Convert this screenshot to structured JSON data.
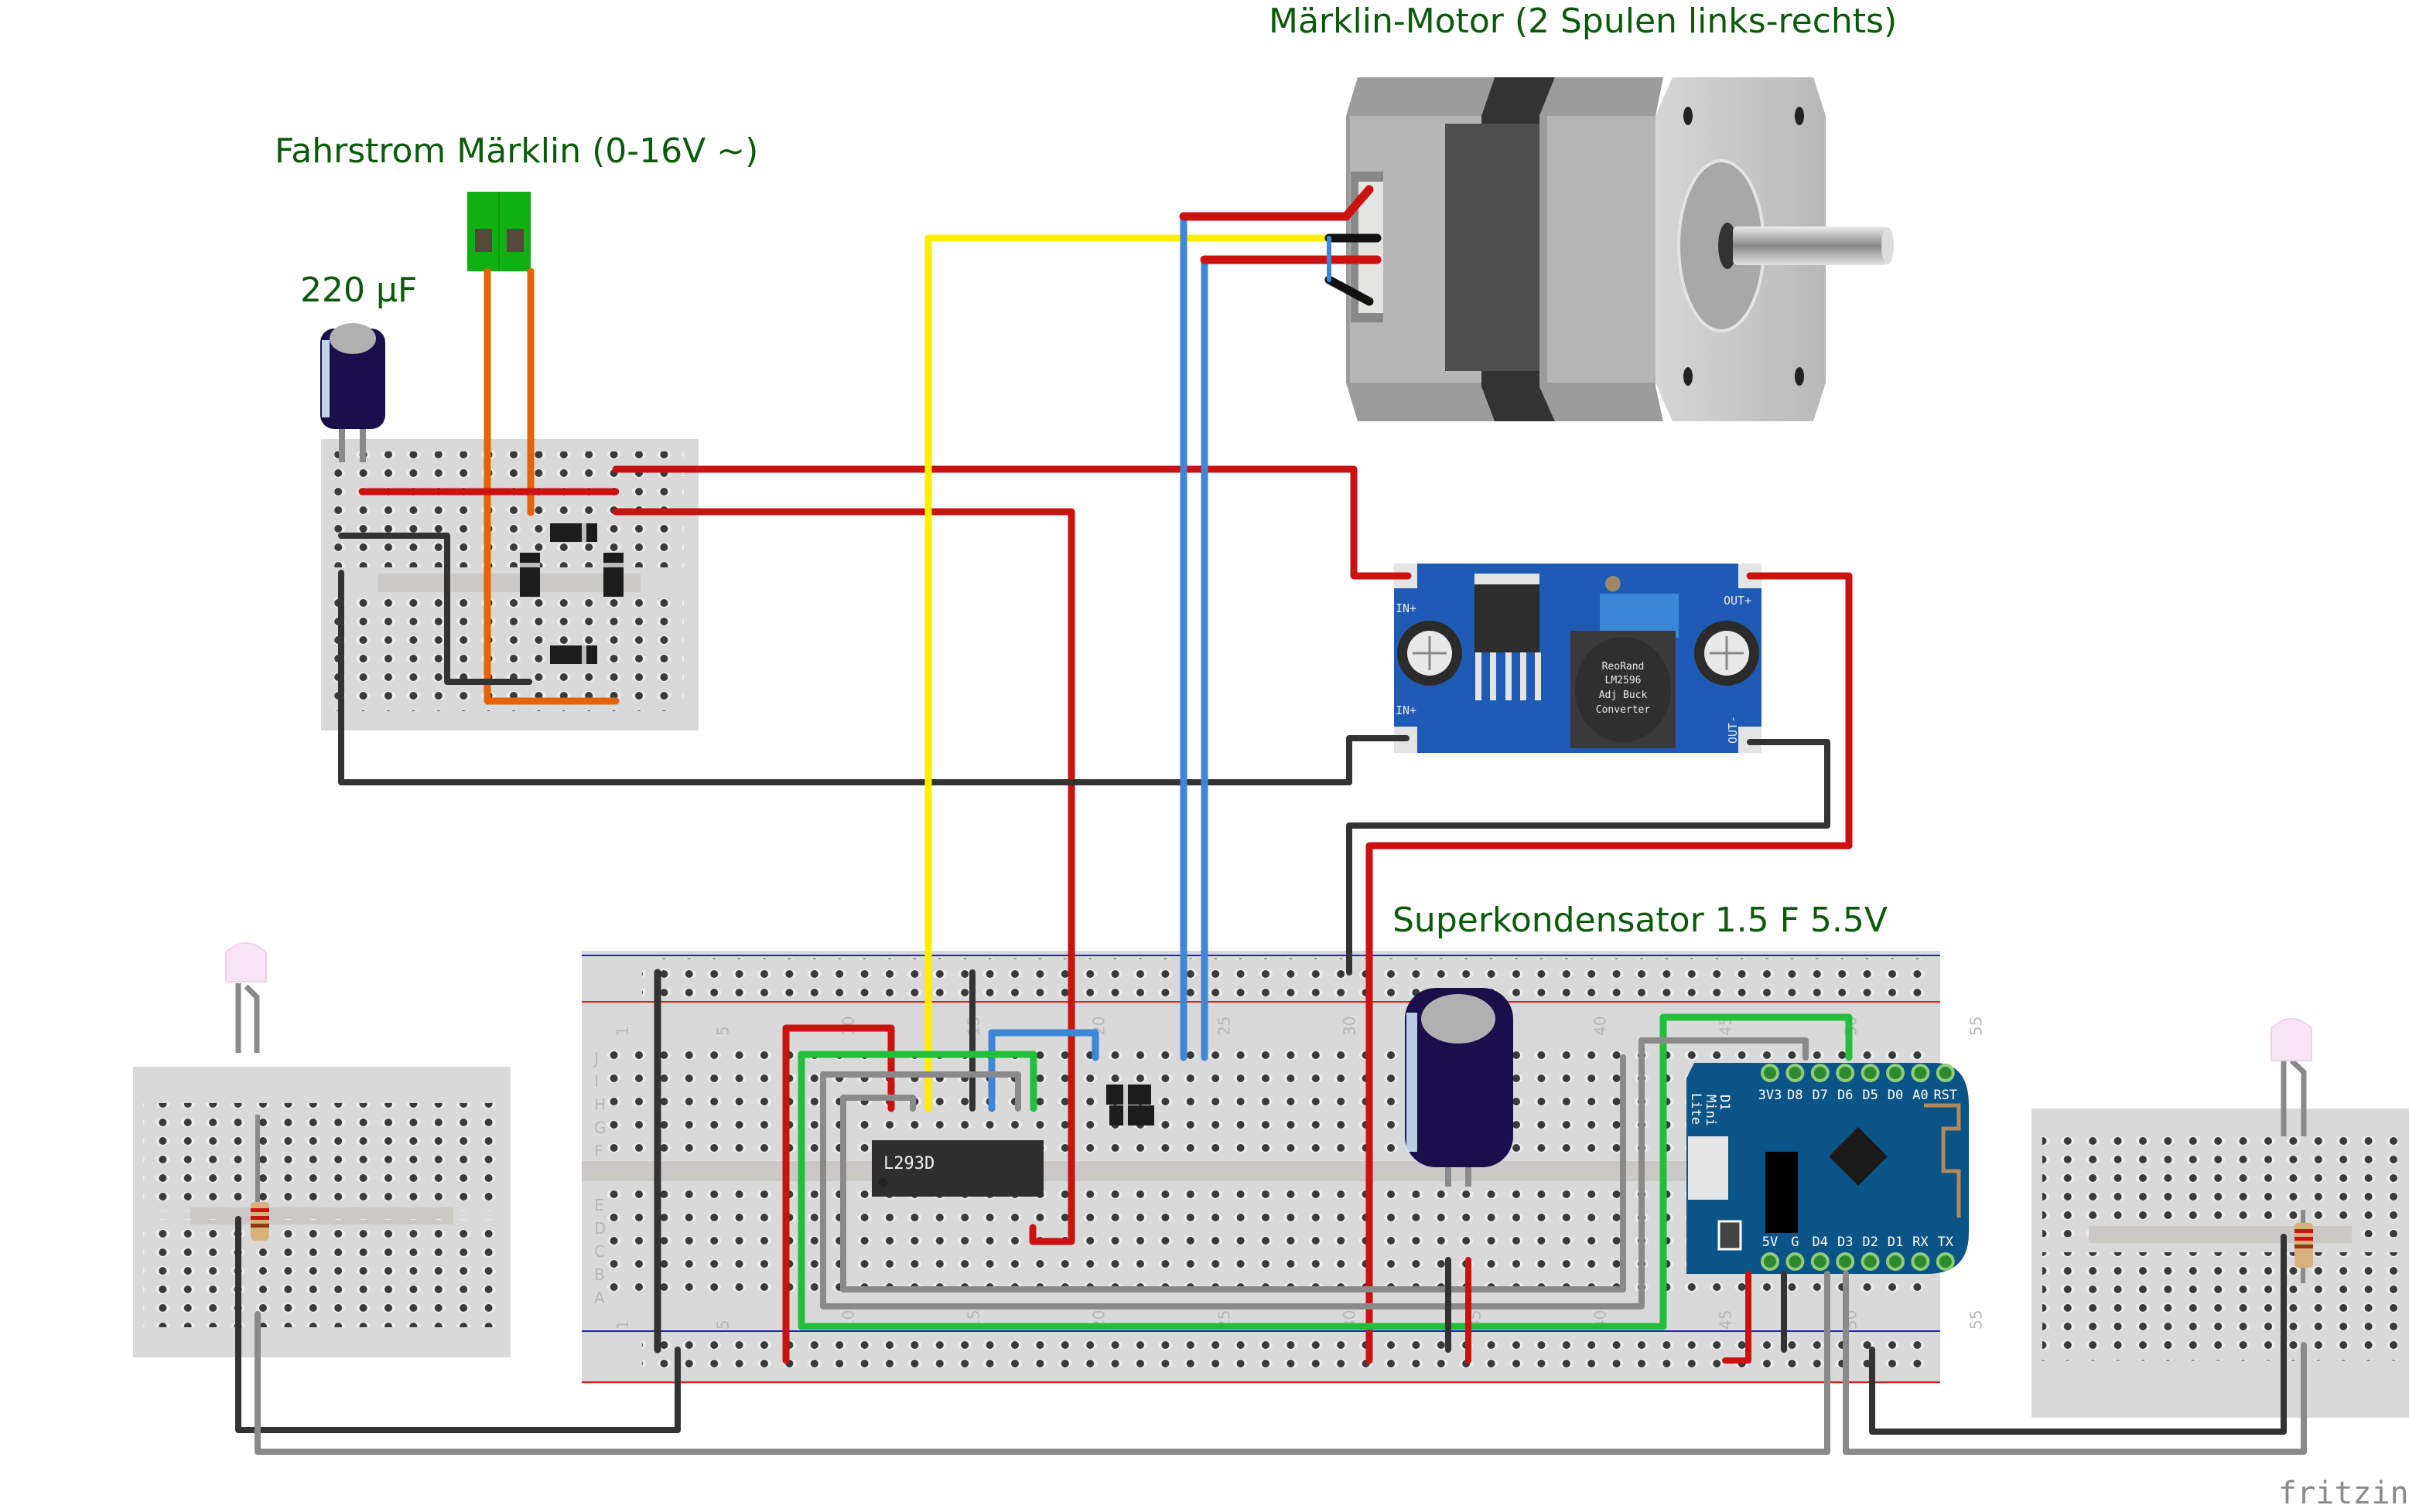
{
  "labels": {
    "motor": "Märklin-Motor (2 Spulen links-rechts)",
    "track_power": "Fahrstrom Märklin (0-16V ~)",
    "small_cap": "220 µF",
    "supercap": "Superkondensator 1.5 F 5.5V"
  },
  "buck_converter": {
    "in_plus_top": "IN+",
    "in_plus_bottom": "IN+",
    "out_plus": "OUT+",
    "out_minus": "OUT-",
    "inductor_lines": [
      "ReoRand",
      "LM2596",
      "Adj Buck",
      "Converter"
    ]
  },
  "driver_ic": {
    "label": "L293D"
  },
  "d1_mini": {
    "top_pins": [
      "3V3",
      "D8",
      "D7",
      "D6",
      "D5",
      "D0",
      "A0",
      "RST"
    ],
    "bottom_pins": [
      "5V",
      "G",
      "D4",
      "D3",
      "D2",
      "D1",
      "RX",
      "TX"
    ],
    "side_labels": [
      "D1",
      "Mini",
      "Lite"
    ]
  },
  "breadboard": {
    "row_labels_top": [
      "J",
      "I",
      "H",
      "G",
      "F"
    ],
    "row_labels_bottom": [
      "E",
      "D",
      "C",
      "B",
      "A"
    ],
    "column_numbers": [
      "1",
      "5",
      "10",
      "15",
      "20",
      "25",
      "30",
      "35",
      "40",
      "45",
      "50",
      "55"
    ]
  },
  "wire_colors": {
    "red": "#cc1111",
    "black": "#333333",
    "yellow": "#ffee00",
    "blue": "#3d87d8",
    "green": "#22c03a",
    "gray": "#8a8a8a",
    "orange": "#e8620a"
  },
  "component_colors": {
    "label_green": "#0b5a0b",
    "breadboard": "#d9d9d9",
    "buck_pcb": "#1f5bb5",
    "d1_pcb": "#0a5487",
    "terminal_block": "#11b011",
    "capacitor": "#1a0f4a"
  },
  "watermark": "fritzing"
}
